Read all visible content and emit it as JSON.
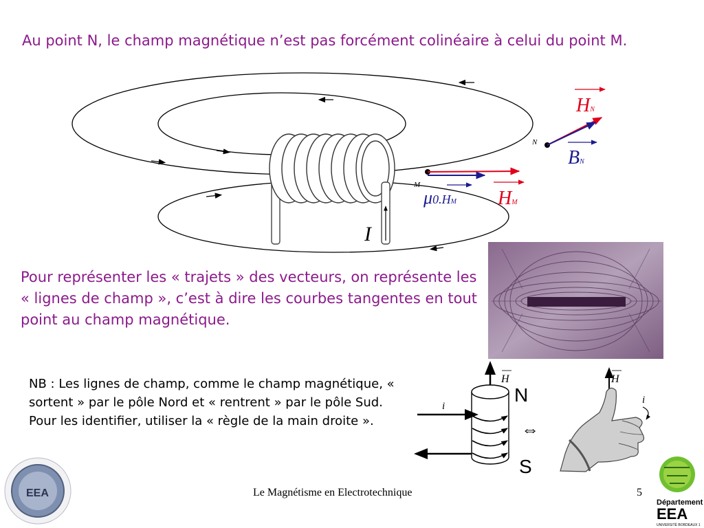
{
  "slide": {
    "intro": "Au point N, le champ magnétique n’est pas forcément colinéaire à celui du point M.",
    "paragraph": "Pour représenter les « trajets » des vecteurs, on représente les « lignes de champ », c’est à dire les courbes tangentes en tout point au champ magnétique.",
    "nb": "NB : Les lignes de champ, comme le champ magnétique, « sortent » par le pôle Nord et « rentrent » par le pôle Sud. Pour les identifier, utiliser la « règle de la main droite ».",
    "footer": "Le Magnétisme en Electrotechnique",
    "page_number": "5"
  },
  "diagram": {
    "point_n": "N",
    "point_m": "M",
    "h_n": "H",
    "h_n_sub": "N",
    "b_n": "B",
    "b_n_sub": "N",
    "mu_h_m": "0.H",
    "mu_h_m_mu": "μ",
    "mu_h_m_sub": "M",
    "h_m": "H",
    "h_m_sub": "M",
    "current": "I",
    "color_h": "#e0001b",
    "color_b": "#1b1b8f"
  },
  "rule": {
    "north": "N",
    "south": "S",
    "equivalence": "⇔",
    "h_label_left": "H",
    "h_label_right": "H",
    "i_left": "i",
    "i_right": "i"
  },
  "logos": {
    "left_text": "EEA",
    "right_text_1": "Département",
    "right_text_2": "EEA",
    "right_text_3": "UNIVERSITÉ BORDEAUX 1"
  }
}
